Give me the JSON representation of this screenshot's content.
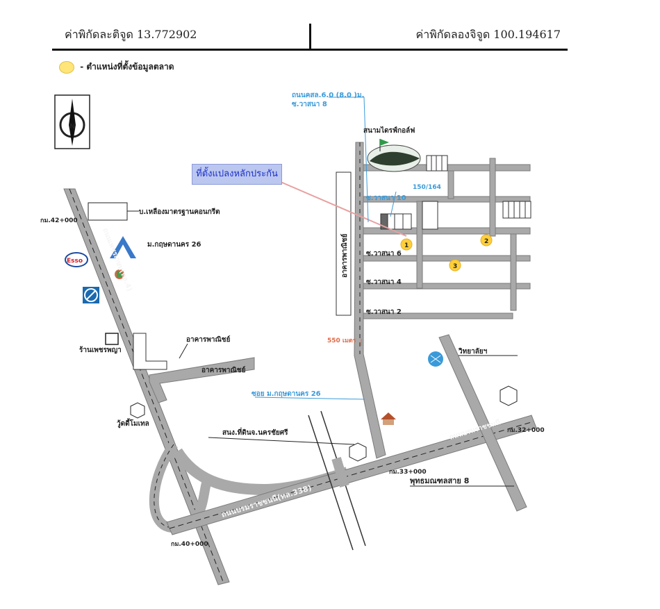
{
  "header": {
    "latitude_text": "ค่าพิกัดละติจูด 13.772902",
    "longitude_text": "ค่าพิกัดลองจิจูด 100.194617"
  },
  "legend": {
    "label": "- ตำแหน่งที่ตั้งข้อมูลตลาด"
  },
  "compass": {
    "letter": "N"
  },
  "callout": {
    "label": "ที่ตั้งแปลงหลักประกัน"
  },
  "labels": {
    "road_note": "ถนนคสล.6.0 (8.0 )ม.",
    "soi_8": "ซ.วาสนา 8",
    "golf": "สนามไดรฟ์กอล์ฟ",
    "plot_no": "150/164",
    "soi_10": "ซ.วาสนา 10",
    "soi_6": "ซ.วาสนา 6",
    "soi_4": "ซ.วาสนา 4",
    "soi_2": "ซ.วาสนา 2",
    "building_vertical": "อาคารพาณิชย์",
    "distance": "550 เมตร",
    "village_soi": "ซอย ม.กฤษดานคร 26",
    "school": "วิทยาลัยฯ",
    "land_office": "สนง.ที่ดินจ.นครชัยศรี",
    "km33": "กม.33+000",
    "km32": "กม.32+000",
    "phutthamonthon": "พุทธมณฑลสาย 8",
    "road_338": "ถนนบรมราชชนนี(ทล.338)",
    "road_east": "ถนนบรมราชชนนี",
    "km42": "กม.42+000",
    "km40": "กม.40+000",
    "village_house": "บ.เหลืองมาตรฐานคอนกรีต",
    "village_26": "ม.กฤษดานคร 26",
    "esso": "Esso",
    "shop": "ร้านเพชรพญา",
    "commercial_1": "อาคารพาณิชย์",
    "commercial_2": "อาคารพาณิชย์",
    "cafe": "วู้ดดี้โมเทล",
    "main_road_vertical": "ถนนเพชรเกษม(ทล.4)",
    "marker_1": "1",
    "marker_2": "2",
    "marker_3": "3"
  },
  "colors": {
    "road": "#a9a9a9",
    "road_edge": "#7a7a7a",
    "accent_blue": "#3a9ad9",
    "marker_fill": "#ffcf3a",
    "legend_dot": "#ffe57a"
  }
}
